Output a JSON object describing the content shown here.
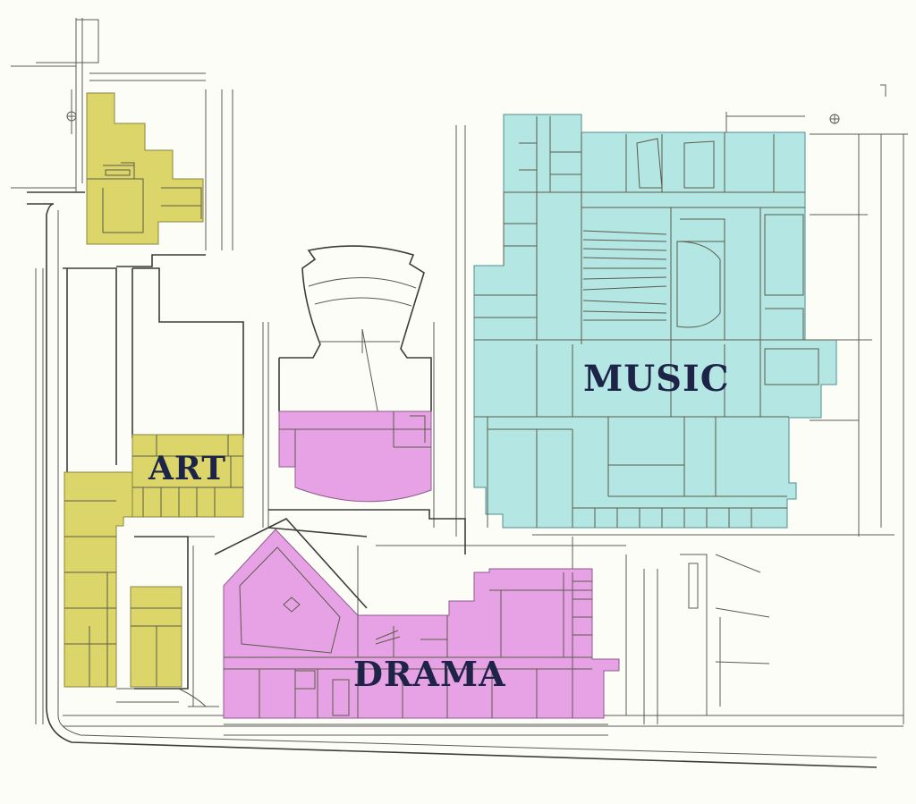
{
  "zones": {
    "art": {
      "label": "ART",
      "color": "#dcd56a"
    },
    "music": {
      "label": "MUSIC",
      "color": "#b4e6e4"
    },
    "drama": {
      "label": "DRAMA",
      "color": "#e6a2e4"
    }
  },
  "palette": {
    "background": "#fdfdf8",
    "linework": "#5a5a5a",
    "label_text": "#1e2448"
  },
  "icons": [
    "north-arrow-icon",
    "site-marker-icon"
  ]
}
